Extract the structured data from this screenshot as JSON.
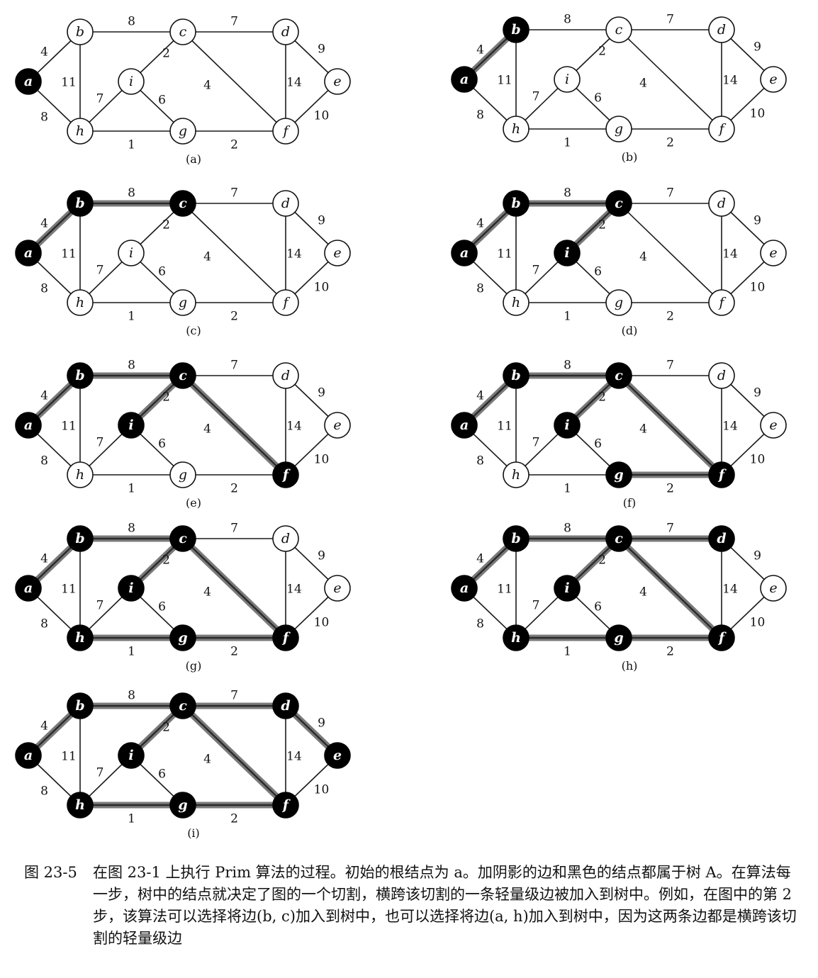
{
  "vertices": [
    "a",
    "b",
    "c",
    "d",
    "e",
    "f",
    "g",
    "h",
    "i"
  ],
  "edges": [
    {
      "u": "a",
      "v": "b",
      "w": "4"
    },
    {
      "u": "a",
      "v": "h",
      "w": "8"
    },
    {
      "u": "b",
      "v": "c",
      "w": "8"
    },
    {
      "u": "b",
      "v": "h",
      "w": "11"
    },
    {
      "u": "c",
      "v": "d",
      "w": "7"
    },
    {
      "u": "c",
      "v": "i",
      "w": "2"
    },
    {
      "u": "c",
      "v": "f",
      "w": "4"
    },
    {
      "u": "d",
      "v": "e",
      "w": "9"
    },
    {
      "u": "d",
      "v": "f",
      "w": "14"
    },
    {
      "u": "e",
      "v": "f",
      "w": "10"
    },
    {
      "u": "f",
      "v": "g",
      "w": "2"
    },
    {
      "u": "g",
      "v": "h",
      "w": "1"
    },
    {
      "u": "g",
      "v": "i",
      "w": "6"
    },
    {
      "u": "h",
      "v": "i",
      "w": "7"
    }
  ],
  "panels": [
    {
      "label": "(a)",
      "black": [
        "a"
      ],
      "tree_edges": []
    },
    {
      "label": "(b)",
      "black": [
        "a",
        "b"
      ],
      "tree_edges": [
        "a-b"
      ]
    },
    {
      "label": "(c)",
      "black": [
        "a",
        "b",
        "c"
      ],
      "tree_edges": [
        "a-b",
        "b-c"
      ]
    },
    {
      "label": "(d)",
      "black": [
        "a",
        "b",
        "c",
        "i"
      ],
      "tree_edges": [
        "a-b",
        "b-c",
        "c-i"
      ]
    },
    {
      "label": "(e)",
      "black": [
        "a",
        "b",
        "c",
        "i",
        "f"
      ],
      "tree_edges": [
        "a-b",
        "b-c",
        "c-i",
        "c-f"
      ]
    },
    {
      "label": "(f)",
      "black": [
        "a",
        "b",
        "c",
        "i",
        "f",
        "g"
      ],
      "tree_edges": [
        "a-b",
        "b-c",
        "c-i",
        "c-f",
        "f-g"
      ]
    },
    {
      "label": "(g)",
      "black": [
        "a",
        "b",
        "c",
        "i",
        "f",
        "g",
        "h"
      ],
      "tree_edges": [
        "a-b",
        "b-c",
        "c-i",
        "c-f",
        "f-g",
        "g-h"
      ]
    },
    {
      "label": "(h)",
      "black": [
        "a",
        "b",
        "c",
        "i",
        "f",
        "g",
        "h",
        "d"
      ],
      "tree_edges": [
        "a-b",
        "b-c",
        "c-i",
        "c-f",
        "f-g",
        "g-h",
        "c-d"
      ]
    },
    {
      "label": "(i)",
      "black": [
        "a",
        "b",
        "c",
        "i",
        "f",
        "g",
        "h",
        "d",
        "e"
      ],
      "tree_edges": [
        "a-b",
        "b-c",
        "c-i",
        "c-f",
        "f-g",
        "g-h",
        "c-d",
        "d-e"
      ]
    }
  ],
  "caption": {
    "figure_number": "图 23-5",
    "text": "在图 23-1 上执行 Prim 算法的过程。初始的根结点为 a。加阴影的边和黑色的结点都属于树 A。在算法每一步，树中的结点就决定了图的一个切割，横跨该切割的一条轻量级边被加入到树中。例如，在图中的第 2 步，该算法可以选择将边(b, c)加入到树中，也可以选择将边(a, h)加入到树中，因为这两条边都是横跨该切割的轻量级边"
  }
}
